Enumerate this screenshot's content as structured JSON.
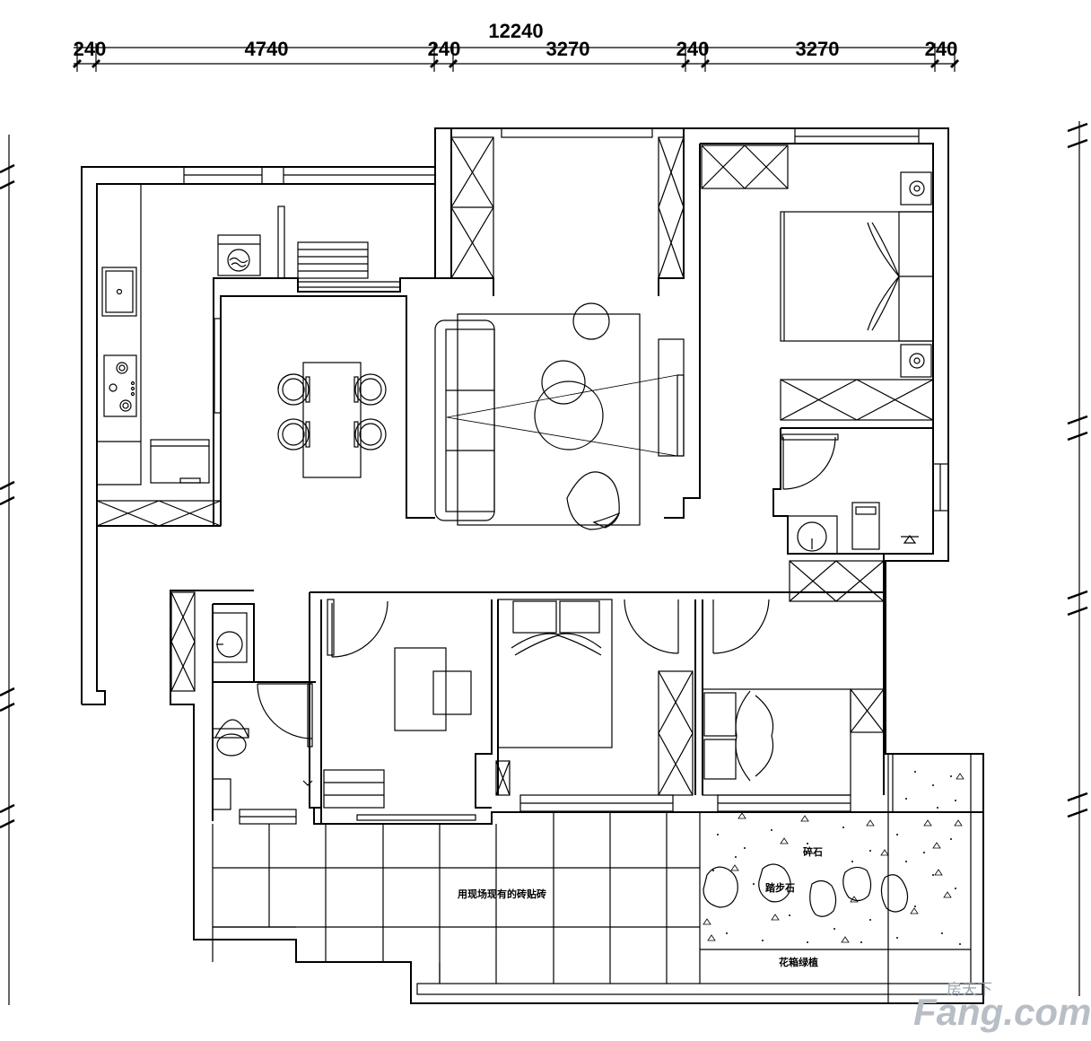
{
  "dimensions": {
    "total": "12240",
    "segments": [
      "240",
      "4740",
      "240",
      "3270",
      "240",
      "3270",
      "240"
    ]
  },
  "labels": {
    "tile": "用现场现有的砖贴砖",
    "gravel": "碎石",
    "stepping_stone": "踏步石",
    "planter": "花箱绿植"
  },
  "watermark": {
    "cn": "房天下",
    "en": "Fang.com"
  },
  "colors": {
    "line": "#000000",
    "background": "#ffffff",
    "watermark": "#b8bec6"
  }
}
